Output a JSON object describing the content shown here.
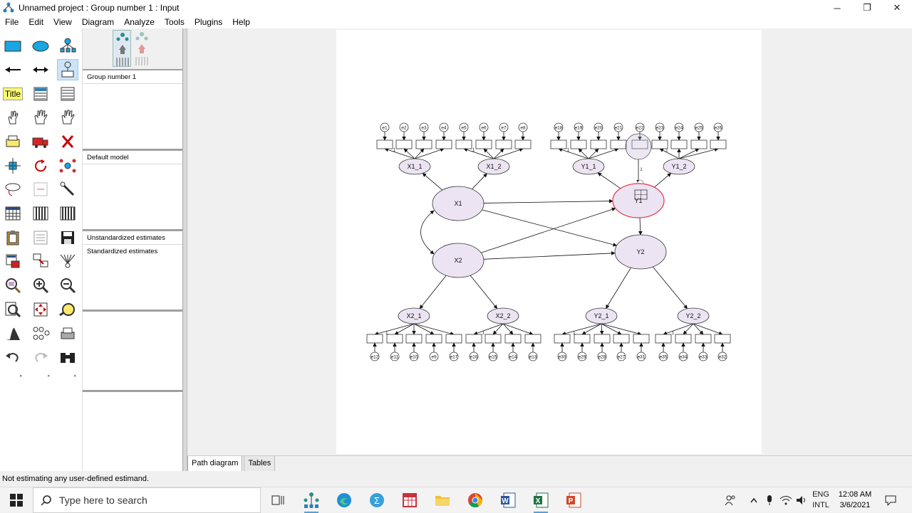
{
  "window": {
    "title": "Unnamed project : Group number 1 : Input",
    "minimize_glyph": "─",
    "maximize_glyph": "❐",
    "close_glyph": "✕"
  },
  "menu": [
    "File",
    "Edit",
    "View",
    "Diagram",
    "Analyze",
    "Tools",
    "Plugins",
    "Help"
  ],
  "toolbox": {
    "title_tool_label": "Title"
  },
  "panels": {
    "groups_header": "Group number 1",
    "models_header": "Default model",
    "estimates_header": "Unstandardized estimates",
    "estimates_item": "Standardized estimates"
  },
  "diagram": {
    "latent": {
      "X1": "X1",
      "X2": "X2",
      "Y1": "Y1",
      "Y2": "Y2",
      "X1_1": "X1_1",
      "X1_2": "X1_2",
      "X2_1": "X2_1",
      "X2_2": "X2_2",
      "Y1_1": "Y1_1",
      "Y1_2": "Y1_2",
      "Y2_1": "Y2_1",
      "Y2_2": "Y2_2"
    },
    "top_left_errors": [
      "e1",
      "e2",
      "e3",
      "e4",
      "e5",
      "e6",
      "e7",
      "e8"
    ],
    "top_right_errors": [
      "e18",
      "e19",
      "e20",
      "e21",
      "e22",
      "e23",
      "e24",
      "e25",
      "e26"
    ],
    "bottom_left_errors": [
      "e12",
      "e11",
      "e10",
      "e9",
      "e17",
      "e16",
      "e15",
      "e14",
      "e13"
    ],
    "bottom_right_errors": [
      "e30",
      "e29",
      "e28",
      "e27",
      "e31",
      "e35",
      "e34",
      "e33",
      "e32"
    ],
    "fixed_weight": "1",
    "accent_color": "#e8324a",
    "latent_fill": "#ece4f2"
  },
  "tabs": {
    "path_diagram": "Path diagram",
    "tables": "Tables"
  },
  "status": "Not estimating any user-defined estimand.",
  "taskbar": {
    "search_placeholder": "Type here to search",
    "lang_top": "ENG",
    "lang_bottom": "INTL",
    "time": "12:08 AM",
    "date": "3/6/2021"
  }
}
